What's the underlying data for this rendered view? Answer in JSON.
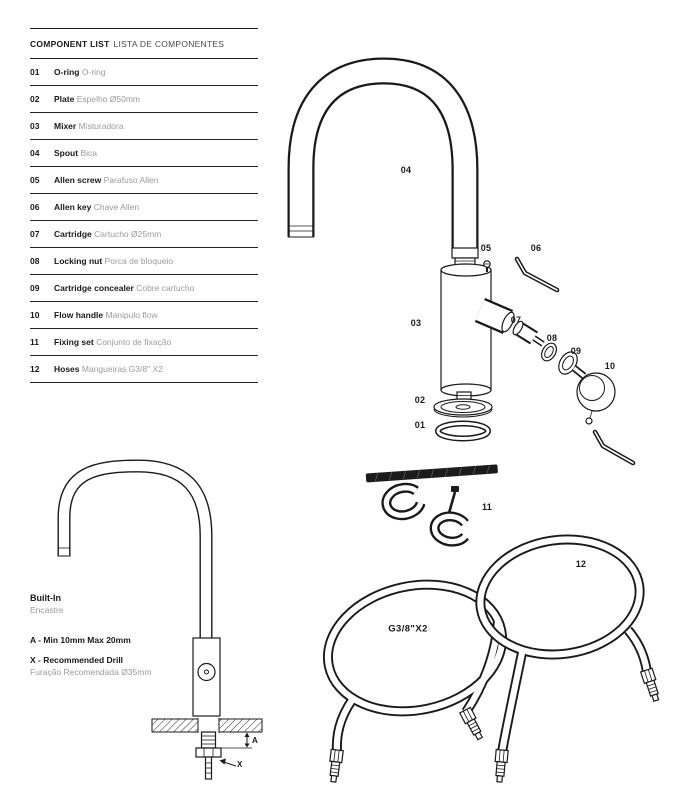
{
  "component_list": {
    "title_en": "COMPONENT LIST",
    "title_pt": "LISTA DE COMPONENTES",
    "items": [
      {
        "num": "01",
        "en": "O-ring",
        "pt": "O-ring"
      },
      {
        "num": "02",
        "en": "Plate",
        "pt": "Espelho Ø50mm"
      },
      {
        "num": "03",
        "en": "Mixer",
        "pt": "Misturadora"
      },
      {
        "num": "04",
        "en": "Spout",
        "pt": "Bica"
      },
      {
        "num": "05",
        "en": "Allen screw",
        "pt": "Parafuso Allen"
      },
      {
        "num": "06",
        "en": "Allen key",
        "pt": "Chave Allen"
      },
      {
        "num": "07",
        "en": "Cartridge",
        "pt": "Cartucho Ø25mm"
      },
      {
        "num": "08",
        "en": "Locking nut",
        "pt": "Porca de bloqueio"
      },
      {
        "num": "09",
        "en": "Cartridge concealer",
        "pt": "Cobre cartucho"
      },
      {
        "num": "10",
        "en": "Flow handle",
        "pt": "Manipulo flow"
      },
      {
        "num": "11",
        "en": "Fixing set",
        "pt": "Conjunto de fixação"
      },
      {
        "num": "12",
        "en": "Hoses",
        "pt": "Mangueiras G3/8\" X2"
      }
    ]
  },
  "diagram": {
    "callouts": {
      "c01": "01",
      "c02": "02",
      "c03": "03",
      "c04": "04",
      "c05": "05",
      "c06": "06",
      "c07": "07",
      "c08": "08",
      "c09": "09",
      "c10": "10",
      "c11": "11",
      "c12": "12"
    },
    "hose_size": "G3/8\"X2"
  },
  "built_in": {
    "title_en": "Built-In",
    "title_pt": "Encastre",
    "dim_a": "A - Min 10mm Max 20mm",
    "dim_x_en": "X - Recommended Drill",
    "dim_x_pt": "Furação Recomendada Ø35mm",
    "label_a": "A",
    "label_x": "X"
  }
}
